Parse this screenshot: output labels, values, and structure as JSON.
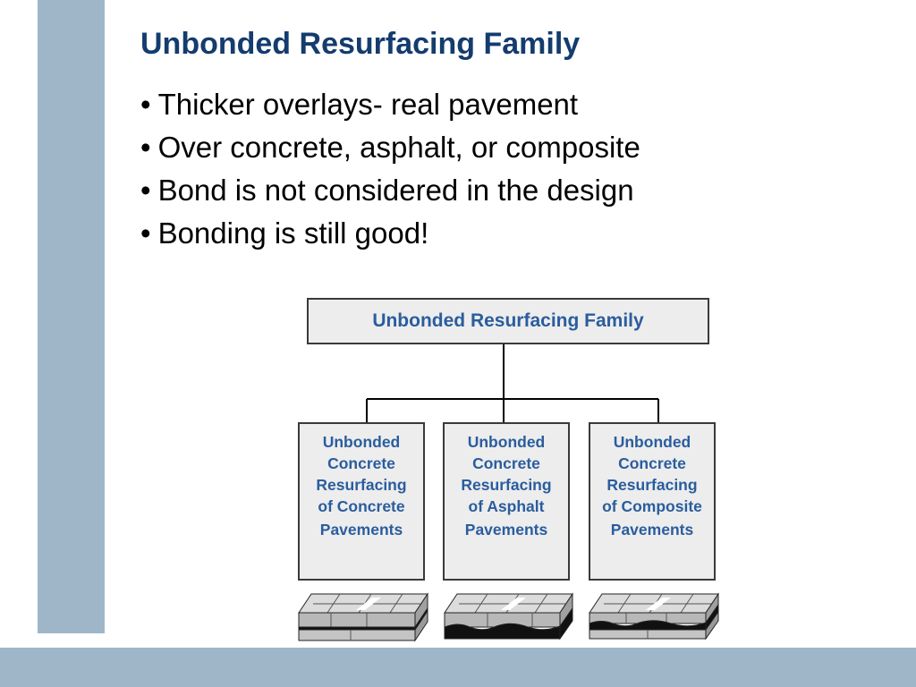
{
  "slide": {
    "title": "Unbonded Resurfacing Family",
    "bullets": [
      "Thicker overlays- real pavement",
      "Over concrete, asphalt, or composite",
      "Bond is not considered in the design",
      "Bonding is still good!"
    ]
  },
  "diagram": {
    "root": "Unbonded Resurfacing Family",
    "children": [
      {
        "lines": "Unbonded\nConcrete\nResurfacing\nof   Concrete",
        "last": "Pavements",
        "illustration": "concrete-over-concrete-pavement-icon"
      },
      {
        "lines": "Unbonded\nConcrete\nResurfacing\nof     Asphalt",
        "last": "Pavements",
        "illustration": "concrete-over-asphalt-pavement-icon"
      },
      {
        "lines": "Unbonded\nConcrete\nResurfacing\nof Composite",
        "last": "Pavements",
        "illustration": "concrete-over-composite-pavement-icon"
      }
    ]
  },
  "colors": {
    "side_bar": "#9fb6c8",
    "title": "#143c6e",
    "diagram_text": "#2a5d9e",
    "box_fill": "#ededed"
  }
}
